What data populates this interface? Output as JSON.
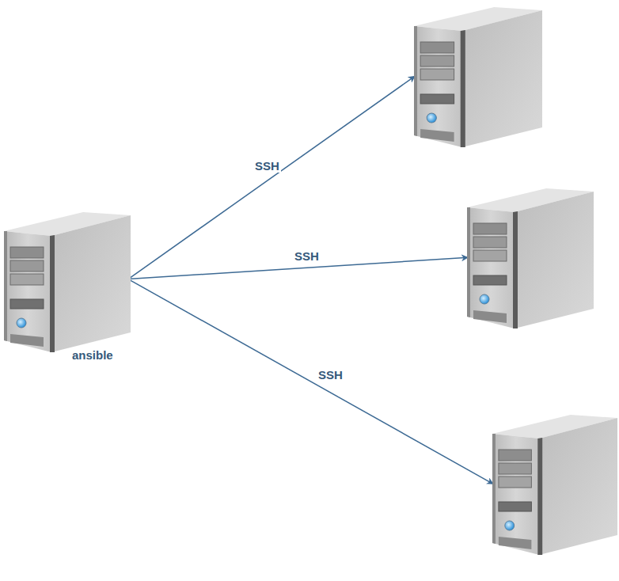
{
  "diagram": {
    "nodes": [
      {
        "text": [
          "ansible"
        ]
      },
      {
        "text": []
      },
      {
        "text": []
      },
      {
        "text": []
      }
    ],
    "edges": [
      {
        "from": 0,
        "to": 1,
        "label": "SSH",
        "arrow": "to"
      },
      {
        "from": 0,
        "to": 2,
        "label": "SSH",
        "arrow": "to"
      },
      {
        "from": 0,
        "to": 3,
        "label": "SSH",
        "arrow": "to"
      }
    ]
  }
}
